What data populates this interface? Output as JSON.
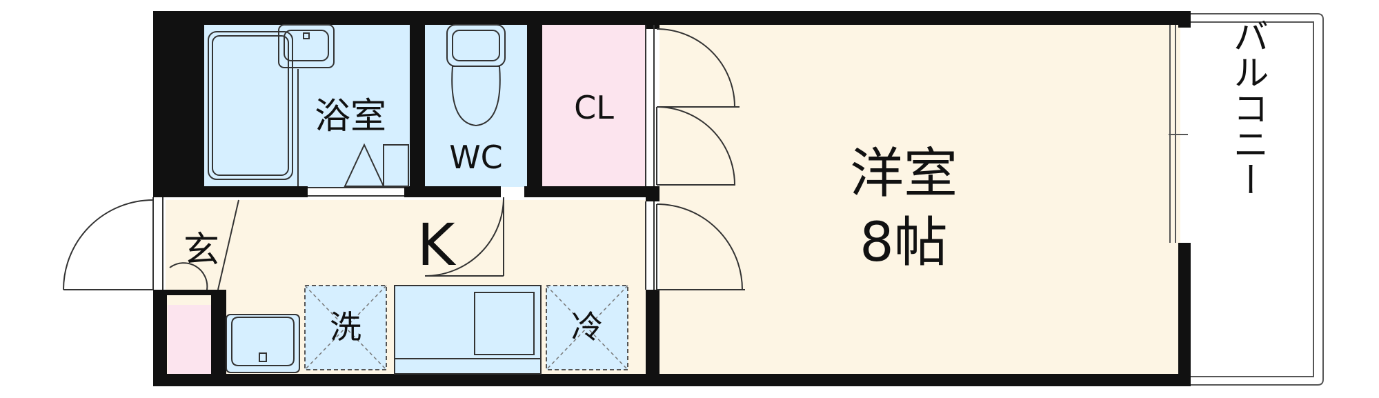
{
  "rooms": {
    "bath": {
      "label": "浴室",
      "color": "#d6efff"
    },
    "wc": {
      "label": "WC",
      "color": "#d6efff"
    },
    "closet": {
      "label": "CL",
      "color": "#fce4ee"
    },
    "western": {
      "label_line1": "洋室",
      "label_line2": "8帖",
      "color": "#fdf5e4"
    },
    "kitchen": {
      "label": "K",
      "color": "#fdf5e4"
    },
    "entrance": {
      "label": "玄"
    },
    "washer": {
      "label": "洗"
    },
    "fridge": {
      "label": "冷"
    },
    "balcony": {
      "label": "バルコニー"
    }
  },
  "colors": {
    "wall": "#111111",
    "water": "#d6efff",
    "pink": "#fce4ee",
    "cream": "#fdf5e4",
    "line": "#333333"
  }
}
